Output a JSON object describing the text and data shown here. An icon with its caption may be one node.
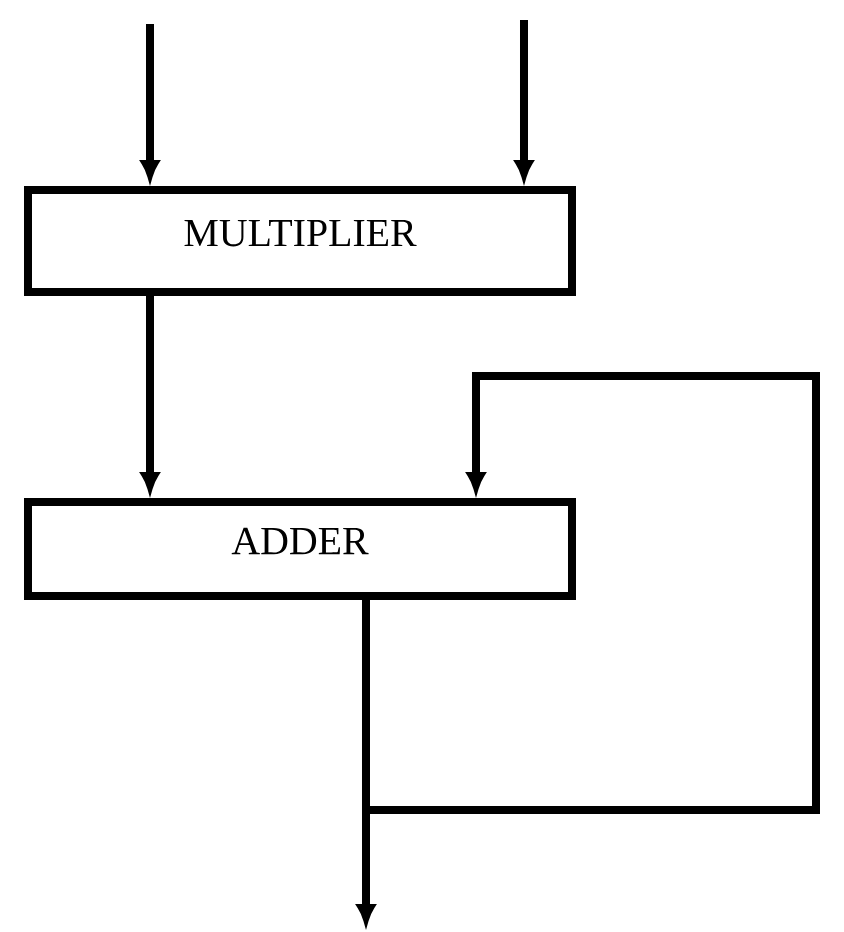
{
  "diagram": {
    "nodes": [
      {
        "text": [
          "MULTIPLIER"
        ]
      },
      {
        "text": [
          "ADDER"
        ]
      }
    ],
    "edges": [
      {
        "from": null,
        "to": 0,
        "arrow": "to"
      },
      {
        "from": null,
        "to": 0,
        "arrow": "to"
      },
      {
        "from": 0,
        "to": 1,
        "arrow": "to"
      },
      {
        "from": 1,
        "to": null,
        "arrow": "to"
      },
      {
        "from": 1,
        "to": 1,
        "arrow": "to"
      }
    ]
  }
}
